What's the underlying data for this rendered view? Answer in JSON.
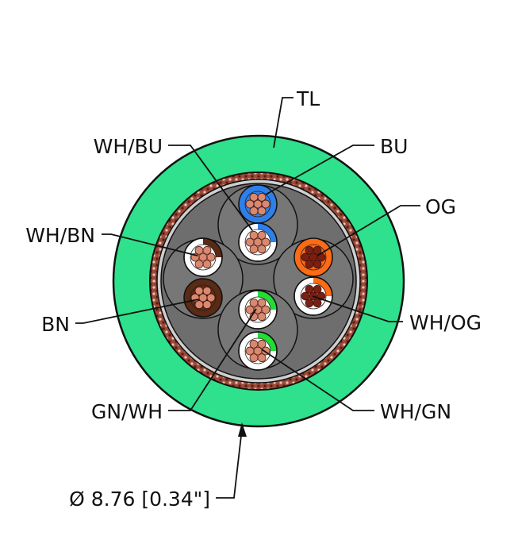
{
  "labels": {
    "jacket": "TL",
    "blue": "BU",
    "white_blue": "WH/BU",
    "orange": "OG",
    "white_brown": "WH/BN",
    "brown": "BN",
    "white_orange": "WH/OG",
    "green_white": "GN/WH",
    "white_green": "WH/GN",
    "diameter": "Ø 8.76 [0.34\"]"
  },
  "colors": {
    "jacket": "#2fe08c",
    "shield": "#8a3a2a",
    "core": "#6e6e6e",
    "blue": "#2f7fe8",
    "orange": "#ff6a14",
    "brown": "#5a2a14",
    "green": "#22dd33",
    "copper": "#d9896f",
    "copper_dark": "#7a1f12"
  }
}
